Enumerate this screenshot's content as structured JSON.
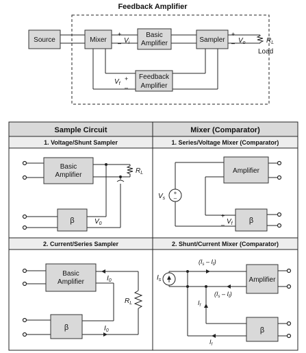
{
  "top": {
    "title": "Feedback Amplifier",
    "blocks": {
      "source": "Source",
      "mixer": "Mixer",
      "basic_l1": "Basic",
      "basic_l2": "Amplifier",
      "sampler": "Sampler",
      "feedback_l1": "Feedback",
      "feedback_l2": "Amplifier"
    },
    "labels": {
      "plus": "+",
      "minus": "–",
      "vi": "V",
      "vi_sub": "i",
      "vo": "V",
      "vo_sub": "o",
      "vf": "V",
      "vf_sub": "f",
      "rl": "R",
      "rl_sub": "L",
      "load": "Load"
    }
  },
  "table": {
    "headers": [
      "Sample Circuit",
      "Mixer (Comparator)"
    ],
    "cells": [
      {
        "title": "1. Voltage/Shunt Sampler",
        "amp_l1": "Basic",
        "amp_l2": "Amplifier",
        "beta": "β",
        "rl": "R",
        "rl_sub": "L",
        "v0": "V",
        "v0_sub": "0"
      },
      {
        "title": "1. Series/Voltage Mixer (Comparator)",
        "amp": "Amplifier",
        "beta": "β",
        "vs": "V",
        "vs_sub": "s",
        "vf": "V",
        "vf_sub": "f",
        "plus": "+",
        "minus": "–"
      },
      {
        "title": "2. Current/Series Sampler",
        "amp_l1": "Basic",
        "amp_l2": "Amplifier",
        "beta": "β",
        "rl": "R",
        "rl_sub": "L",
        "i0": "I",
        "i0_sub": "0"
      },
      {
        "title": "2. Shunt/Current Mixer (Comparator)",
        "amp": "Amplifier",
        "beta": "β",
        "is": "I",
        "is_sub": "s",
        "if": "I",
        "if_sub": "f",
        "diff_top": "(I",
        "diff_mid": " – I",
        "diff_end": ")"
      }
    ]
  }
}
